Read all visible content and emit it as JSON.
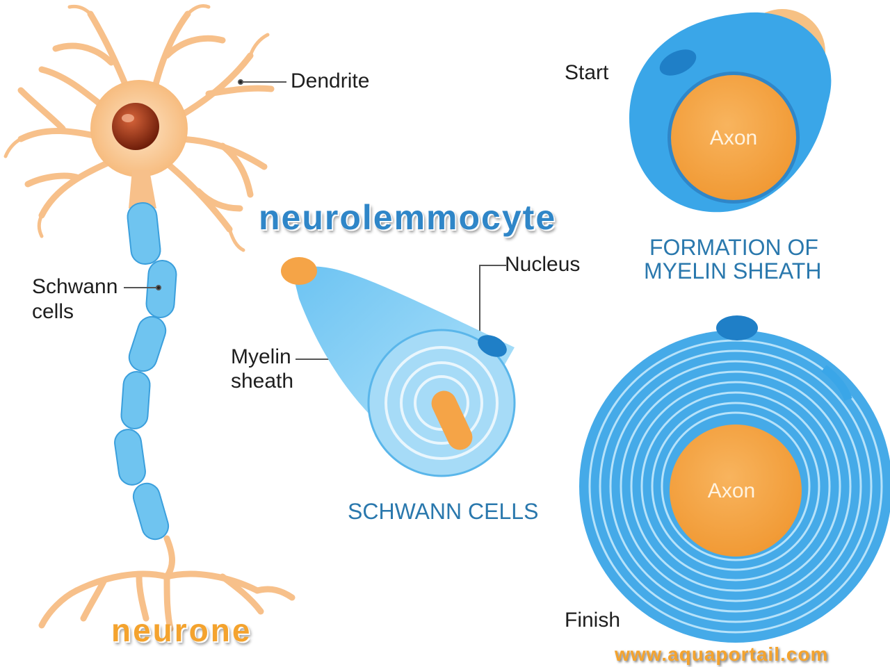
{
  "labels": {
    "dendrite": "Dendrite",
    "schwann_cells": [
      "Schwann",
      "cells"
    ],
    "nucleus": "Nucleus",
    "myelin_sheath": [
      "Myelin",
      "sheath"
    ],
    "start": "Start",
    "finish": "Finish",
    "axon_start": "Axon",
    "axon_finish": "Axon"
  },
  "captions": {
    "formation": [
      "FORMATION OF",
      "MYELIN SHEATH"
    ],
    "schwann_cells": "SCHWANN CELLS"
  },
  "overlay": {
    "title_blue": "neurolemmocyte",
    "title_orange": "neurone",
    "website": "www.aquaportail.com"
  },
  "colors": {
    "neuron_orange": "#f7c38a",
    "axon_orange": "#f5a447",
    "myelin_blue": "#3aa6e8",
    "light_blue": "#8fd0f2",
    "caption_blue": "#2a78ad",
    "nucleus_brown": "#8b2e12"
  }
}
